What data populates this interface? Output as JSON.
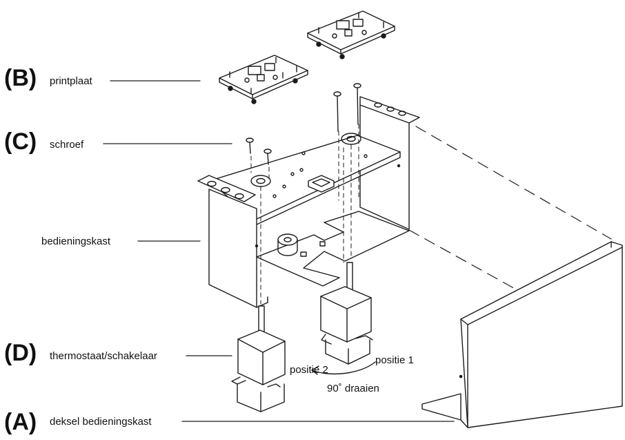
{
  "callouts": {
    "B": {
      "letter": "(B)",
      "label": "printplaat"
    },
    "C": {
      "letter": "(C)",
      "label": "schroef"
    },
    "cabinet": {
      "label": "bedieningskast"
    },
    "D": {
      "letter": "(D)",
      "label": "thermostaat/schakelaar"
    },
    "A": {
      "letter": "(A)",
      "label": "deksel bedieningskast"
    }
  },
  "annotations": {
    "position_1": "positie 1",
    "position_2": "positie 2",
    "rotate": "90˚ draaien"
  }
}
